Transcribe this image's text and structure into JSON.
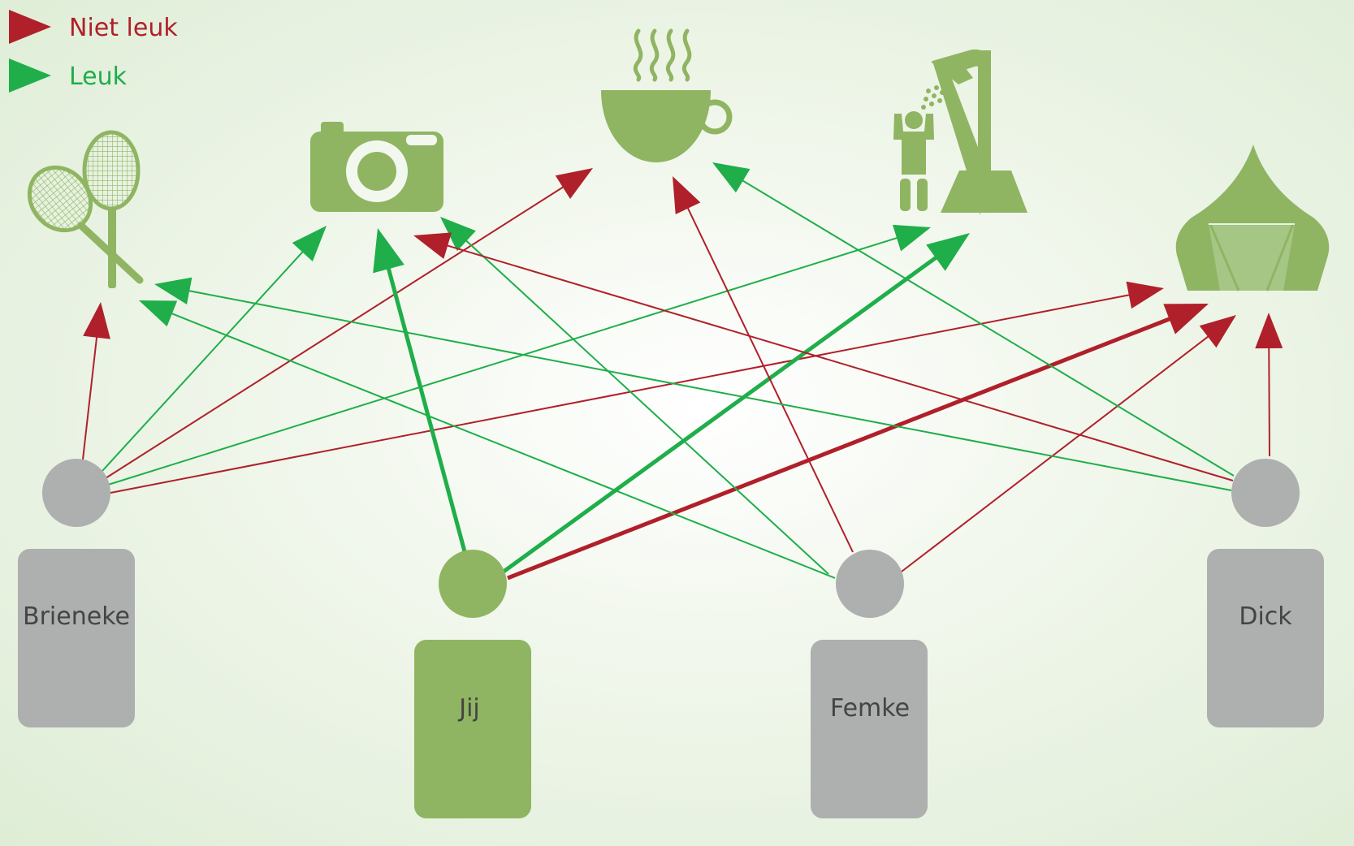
{
  "legend": [
    {
      "key": "niet_leuk",
      "label": "Niet leuk",
      "color": "#b0202a"
    },
    {
      "key": "leuk",
      "label": "Leuk",
      "color": "#1fae49"
    }
  ],
  "colors": {
    "icon": "#8fb562",
    "person_default": "#aeafaf",
    "person_self": "#8fb562",
    "label_text": "#444444"
  },
  "activities": [
    {
      "key": "badminton",
      "icon": "badminton-rackets-icon"
    },
    {
      "key": "camera",
      "icon": "camera-icon"
    },
    {
      "key": "coffee",
      "icon": "coffee-cup-icon"
    },
    {
      "key": "shower",
      "icon": "shower-icon"
    },
    {
      "key": "tent",
      "icon": "tent-icon"
    }
  ],
  "people": [
    {
      "key": "brieneke",
      "name": "Brieneke",
      "self": false
    },
    {
      "key": "jij",
      "name": "Jij",
      "self": true
    },
    {
      "key": "femke",
      "name": "Femke",
      "self": false
    },
    {
      "key": "dick",
      "name": "Dick",
      "self": false
    }
  ],
  "relations": [
    {
      "from": "brieneke",
      "to": "badminton",
      "type": "niet_leuk"
    },
    {
      "from": "brieneke",
      "to": "camera",
      "type": "leuk"
    },
    {
      "from": "brieneke",
      "to": "coffee",
      "type": "niet_leuk"
    },
    {
      "from": "brieneke",
      "to": "shower",
      "type": "leuk"
    },
    {
      "from": "brieneke",
      "to": "tent",
      "type": "niet_leuk"
    },
    {
      "from": "jij",
      "to": "camera",
      "type": "leuk"
    },
    {
      "from": "jij",
      "to": "shower",
      "type": "leuk"
    },
    {
      "from": "jij",
      "to": "tent",
      "type": "niet_leuk"
    },
    {
      "from": "femke",
      "to": "badminton",
      "type": "leuk"
    },
    {
      "from": "femke",
      "to": "camera",
      "type": "leuk"
    },
    {
      "from": "femke",
      "to": "coffee",
      "type": "niet_leuk"
    },
    {
      "from": "femke",
      "to": "tent",
      "type": "niet_leuk"
    },
    {
      "from": "dick",
      "to": "badminton",
      "type": "leuk"
    },
    {
      "from": "dick",
      "to": "camera",
      "type": "niet_leuk"
    },
    {
      "from": "dick",
      "to": "coffee",
      "type": "leuk"
    },
    {
      "from": "dick",
      "to": "tent",
      "type": "niet_leuk"
    }
  ]
}
